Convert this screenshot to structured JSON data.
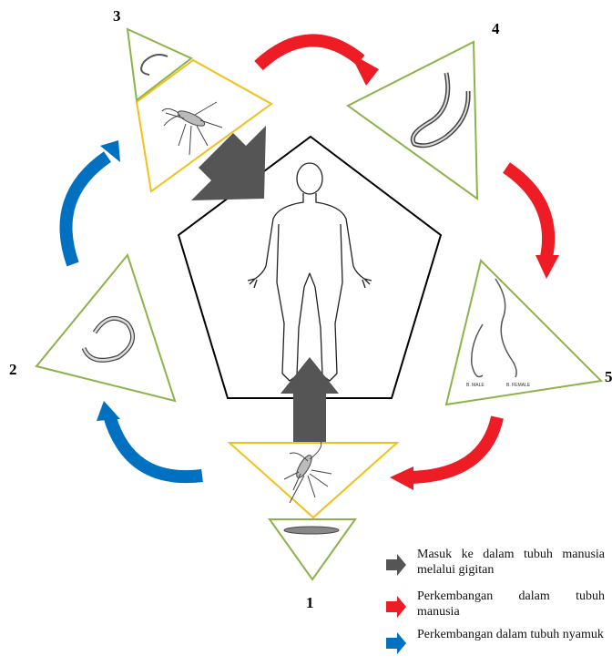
{
  "stage_numbers": [
    "1",
    "2",
    "3",
    "4",
    "5"
  ],
  "specimen_labels": {
    "male": "B. MALE",
    "female": "B. FEMALE"
  },
  "legend": [
    {
      "text": "Masuk ke dalam tubuh manusia melalui gigitan",
      "color": "#555555",
      "icon": "gray-arrow"
    },
    {
      "text": "Perkembangan dalam tubuh manusia",
      "color": "#ee1c24",
      "icon": "red-arrow"
    },
    {
      "text": "Perkembangan dalam tubuh nyamuk",
      "color": "#0070c0",
      "icon": "blue-arrow"
    }
  ],
  "colors": {
    "green_border": "#8bb34a",
    "yellow_border": "#f2c01a",
    "red": "#ee1c24",
    "blue": "#0070c0",
    "gray": "#555555"
  }
}
